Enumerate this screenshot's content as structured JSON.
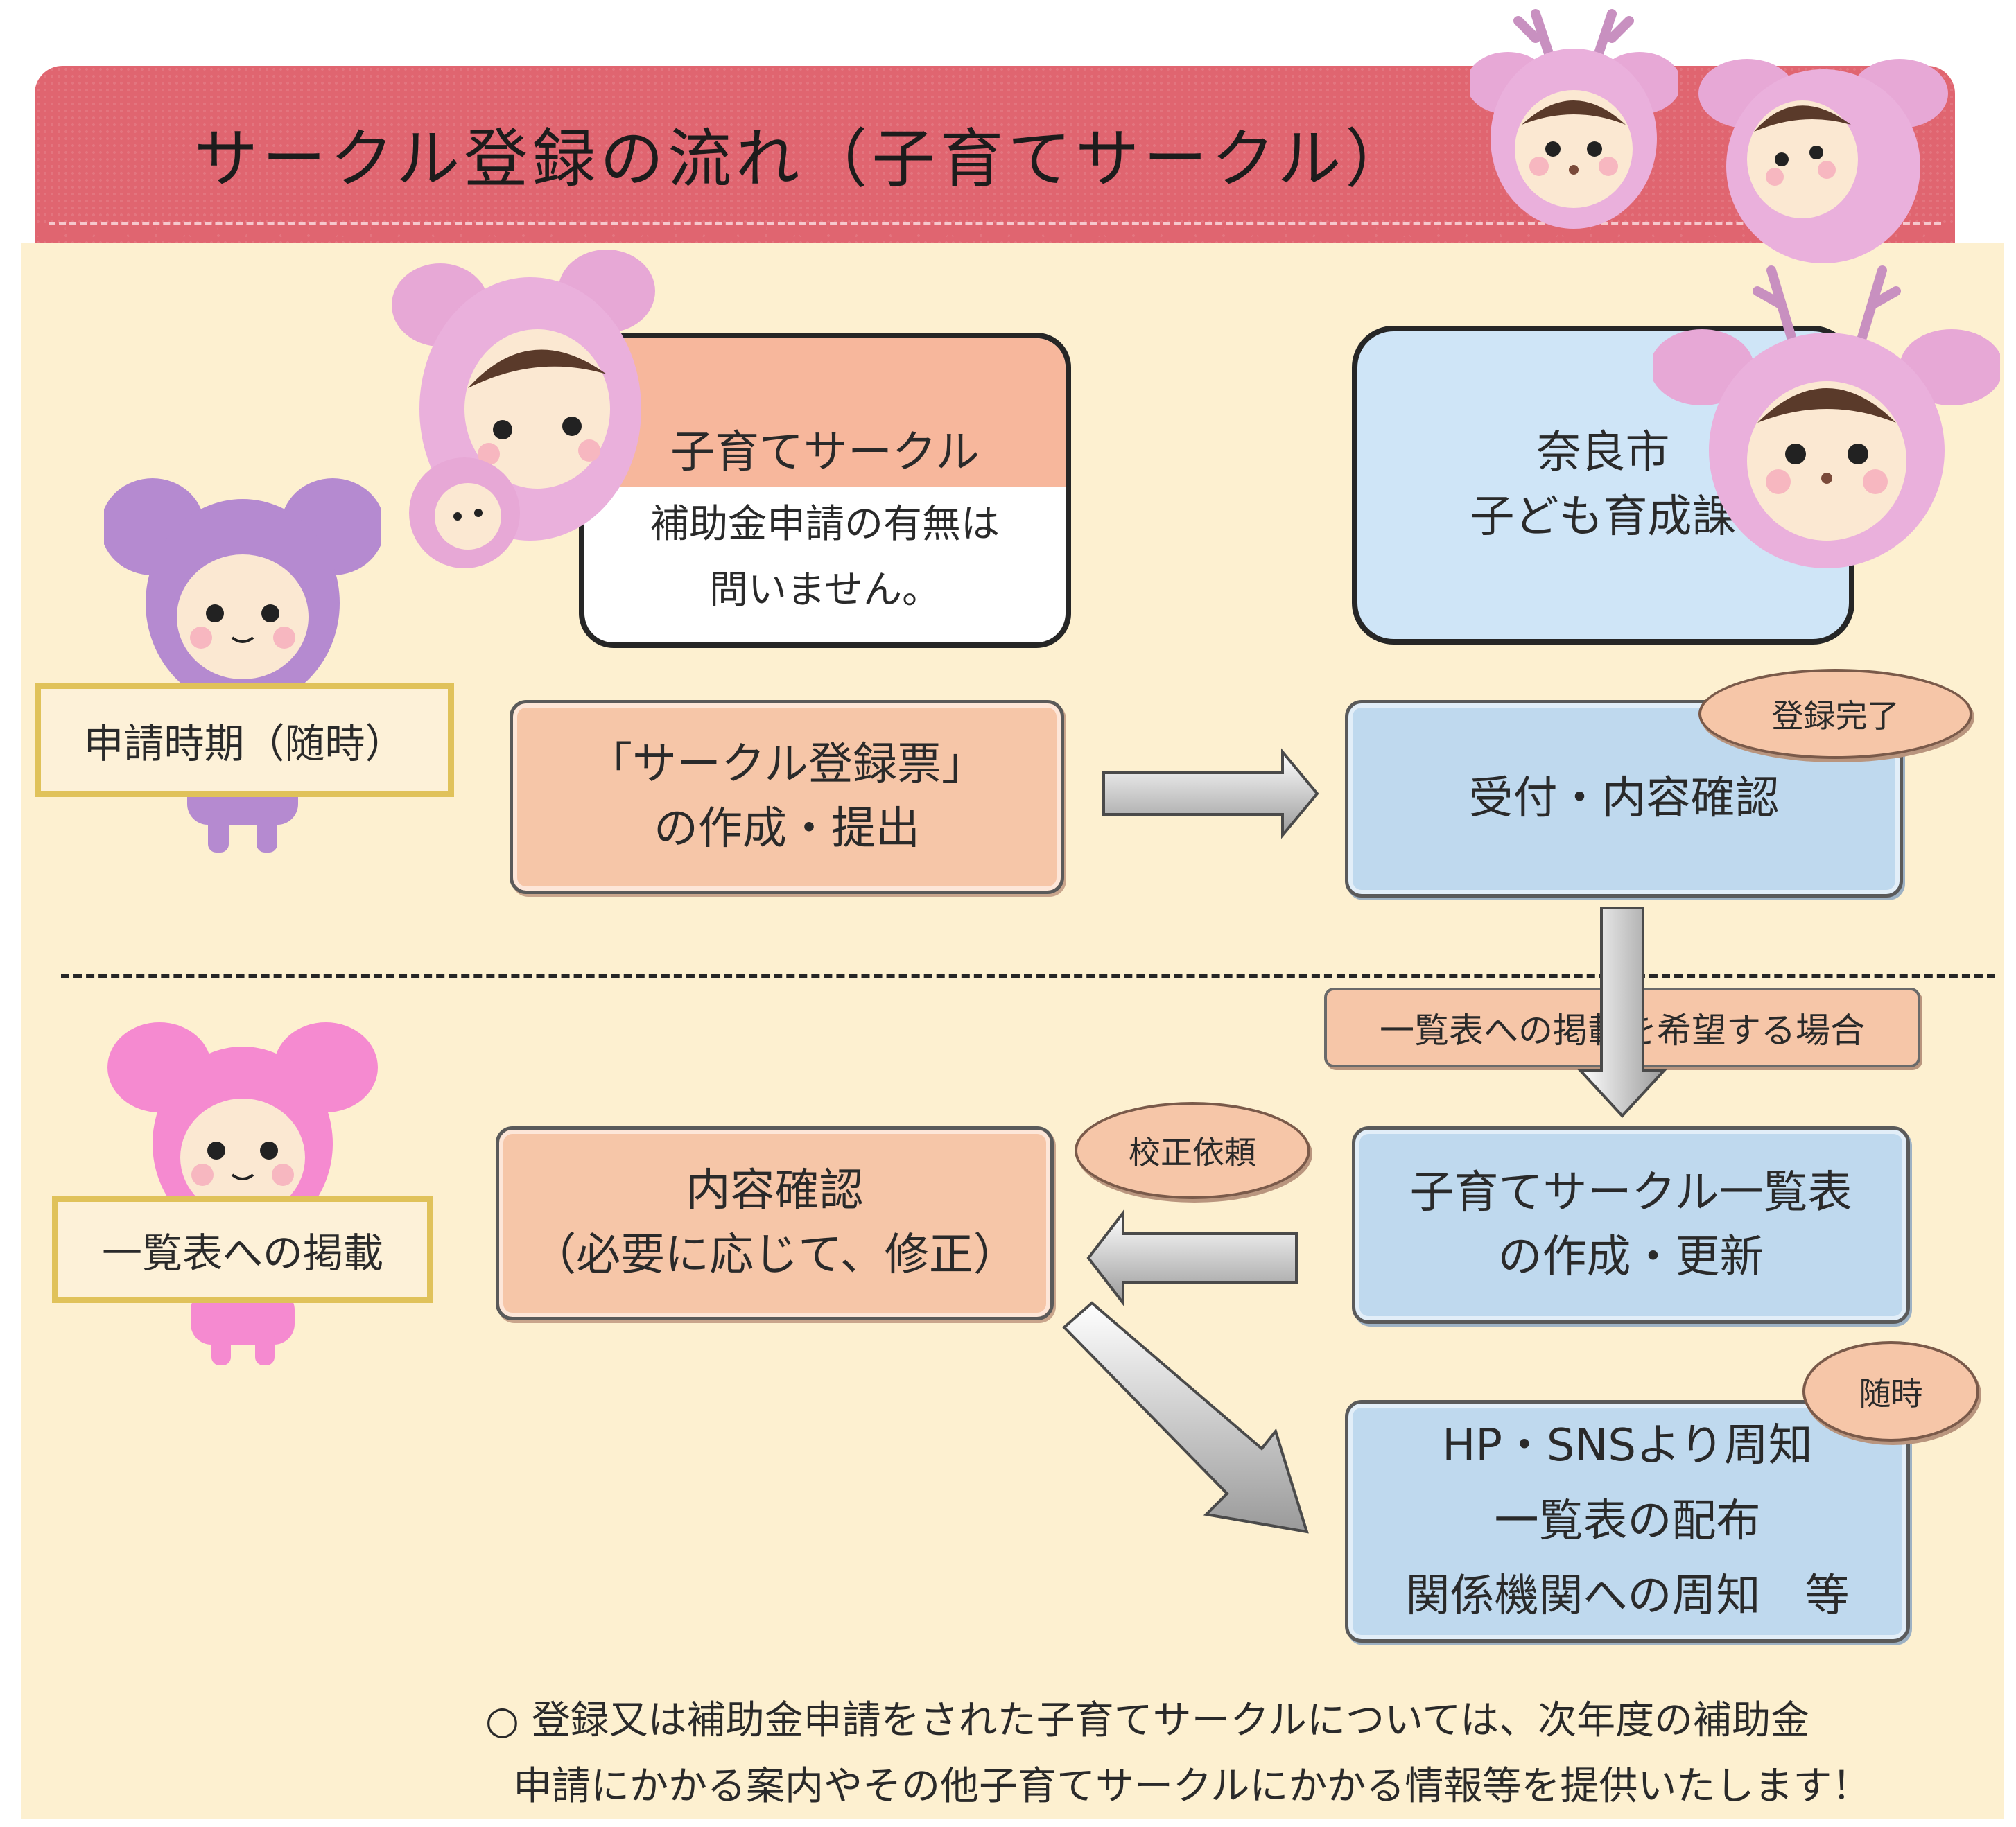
{
  "title": "サークル登録の流れ（子育てサークル）",
  "subject_box": {
    "heading": "子育てサークル",
    "line1": "補助金申請の有無は",
    "line2": "問いません。"
  },
  "city_box": {
    "line1": "奈良市",
    "line2": "子ども育成課"
  },
  "sign_apply": "申請時期（随時）",
  "sign_list": "一覧表への掲載",
  "step_create": {
    "line1": "「サークル登録票」",
    "line2": "の作成・提出"
  },
  "step_receive": "受付・内容確認",
  "badge_registered": "登録完了",
  "tag_wish": "一覧表への掲載を希望する場合",
  "step_list_create": {
    "line1": "子育てサークル一覧表",
    "line2": "の作成・更新"
  },
  "badge_proof": "校正依頼",
  "step_check": {
    "line1": "内容確認",
    "line2": "（必要に応じて、修正）"
  },
  "badge_anytime": "随時",
  "step_publish": {
    "line1": "HP・SNSより周知",
    "line2": "一覧表の配布",
    "line3": "関係機関への周知　等"
  },
  "footnote": {
    "line1": "○ 登録又は補助金申請をされた子育てサークルについては、次年度の補助金",
    "line2": "申請にかかる案内やその他子育てサークルにかかる情報等を提供いたします！"
  },
  "colors": {
    "banner": "#e06570",
    "panel": "#fdf0d0",
    "peach_box": "#f6c6a8",
    "blue_box": "#bfd9ee",
    "sign_border": "#e0c25a"
  }
}
